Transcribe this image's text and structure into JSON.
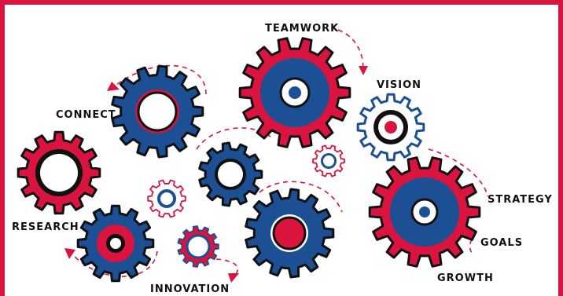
{
  "labels": {
    "teamwork": "TEAMWORK",
    "vision": "VISION",
    "connect": "CONNECT",
    "strategy": "STRATEGY",
    "research": "RESEARCH",
    "goals": "GOALS",
    "innovation": "INNOVATION",
    "growth": "GROWTH"
  },
  "colors": {
    "red": "#d9143f",
    "blue": "#1c4f93",
    "ink": "#111111",
    "border": "#d9143f"
  }
}
